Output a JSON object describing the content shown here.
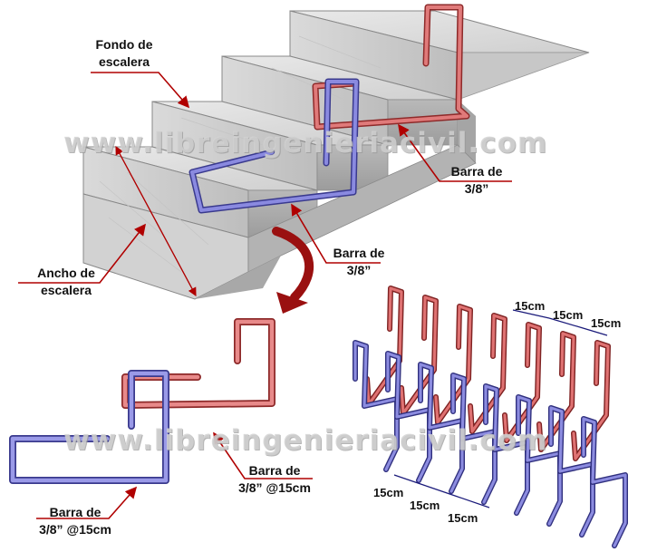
{
  "watermark": "www.libreingenieriacivil.com",
  "labels": {
    "fondo_line1": "Fondo de",
    "fondo_line2": "escalera",
    "ancho_line1": "Ancho de",
    "ancho_line2": "escalera",
    "barra_top_right_1": "Barra de",
    "barra_top_right_2": "3/8”",
    "barra_middle_1": "Barra de",
    "barra_middle_2": "3/8”",
    "barra_bottom_mid_1": "Barra de",
    "barra_bottom_mid_2": "3/8” @15cm",
    "barra_bottom_left_1": "Barra de",
    "barra_bottom_left_2": "3/8” @15cm"
  },
  "spacing": {
    "top_1": "15cm",
    "top_2": "15cm",
    "top_3": "15cm",
    "bottom_1": "15cm",
    "bottom_2": "15cm",
    "bottom_3": "15cm"
  },
  "colors": {
    "red_bar": "#d96060",
    "blue_bar": "#7070d0",
    "leader": "#b00000",
    "concrete": "#d8d8d8"
  }
}
